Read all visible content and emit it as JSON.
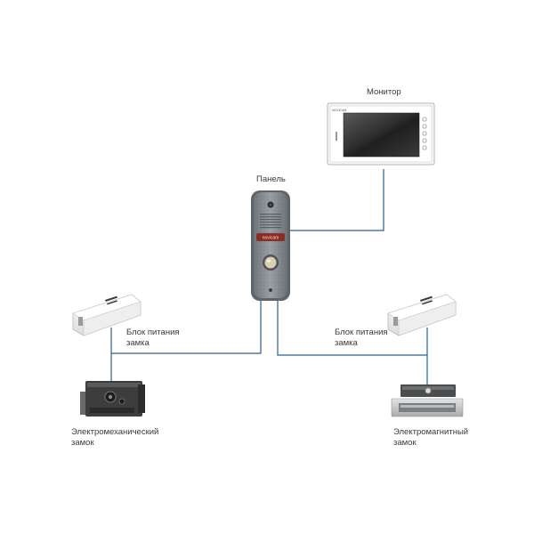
{
  "labels": {
    "monitor": "Монитор",
    "panel": "Панель",
    "psu_left": [
      "Блок питания",
      "замка"
    ],
    "psu_right": [
      "Блок питания",
      "замка"
    ],
    "lock_electromechanical": [
      "Электромеханический",
      "замок"
    ],
    "lock_electromagnetic": [
      "Электромагнитный",
      "замок"
    ]
  },
  "devices": {
    "monitor_brand": "NOVICAM",
    "panel_brand": "novicam"
  },
  "colors": {
    "wire": "#2e5f8a",
    "label_text": "#3a3a3a",
    "panel_body": "#8e9397",
    "panel_badge": "#8a2d25",
    "monitor_frame": "#f4f4f4",
    "monitor_screen": "#3a3a3a",
    "psu_body": "#f2f2f2",
    "lock_dark": "#3d3d3d",
    "maglock_body": "#c9cbcd"
  }
}
